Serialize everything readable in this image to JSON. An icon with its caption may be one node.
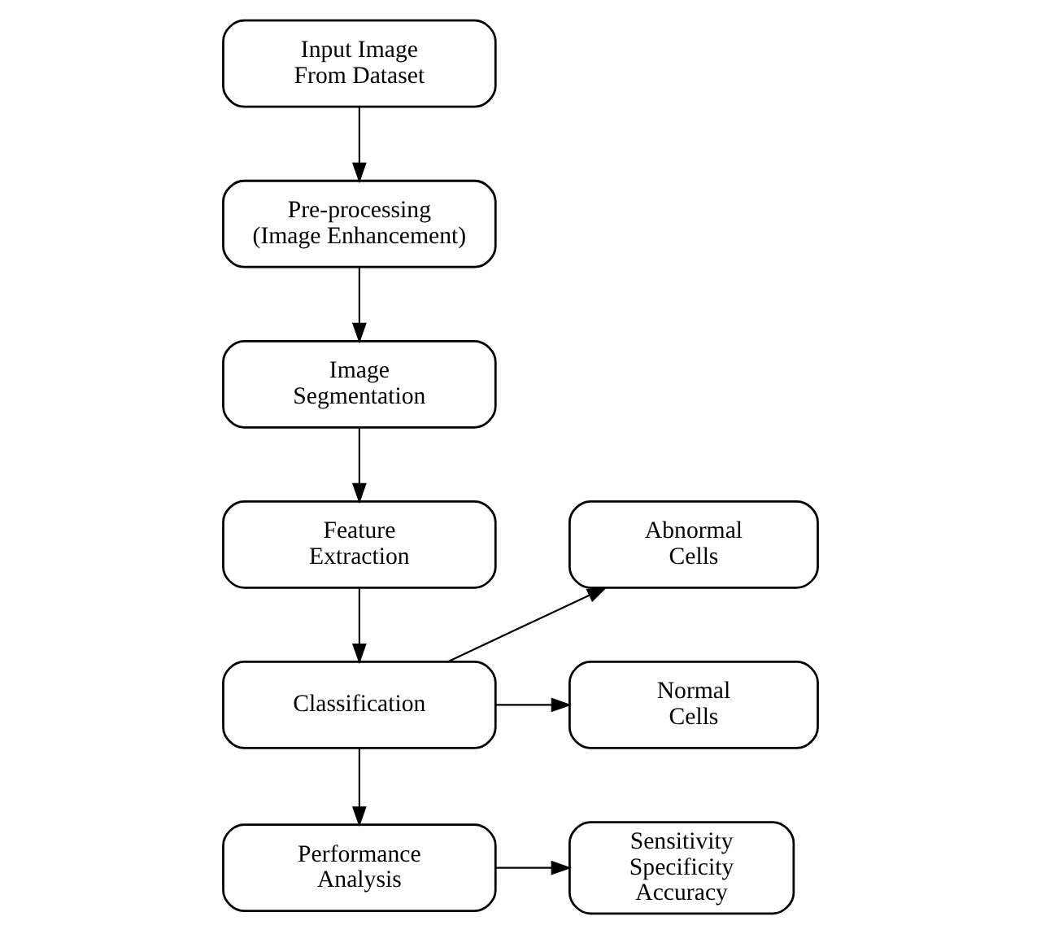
{
  "diagram": {
    "nodes": [
      {
        "text": [
          "Input Image From Dataset"
        ]
      },
      {
        "text": [
          "Pre-processing (Image Enhancement)"
        ]
      },
      {
        "text": [
          "Image Segmentation"
        ]
      },
      {
        "text": [
          "Feature Extraction"
        ]
      },
      {
        "text": [
          "Classification"
        ]
      },
      {
        "text": [
          "Abnormal Cells"
        ]
      },
      {
        "text": [
          "Normal Cells"
        ]
      },
      {
        "text": [
          "Performance Analysis"
        ]
      },
      {
        "text": [
          "Sensitivity Specificity Accuracy"
        ]
      }
    ],
    "edges": [
      {
        "from": 0,
        "to": 1,
        "arrow": "to"
      },
      {
        "from": 1,
        "to": 2,
        "arrow": "to"
      },
      {
        "from": 2,
        "to": 3,
        "arrow": "to"
      },
      {
        "from": 3,
        "to": 4,
        "arrow": "to"
      },
      {
        "from": 4,
        "to": 5,
        "arrow": "to"
      },
      {
        "from": 4,
        "to": 6,
        "arrow": "to"
      },
      {
        "from": 4,
        "to": 7,
        "arrow": "to"
      },
      {
        "from": 7,
        "to": 8,
        "arrow": "to"
      }
    ]
  }
}
